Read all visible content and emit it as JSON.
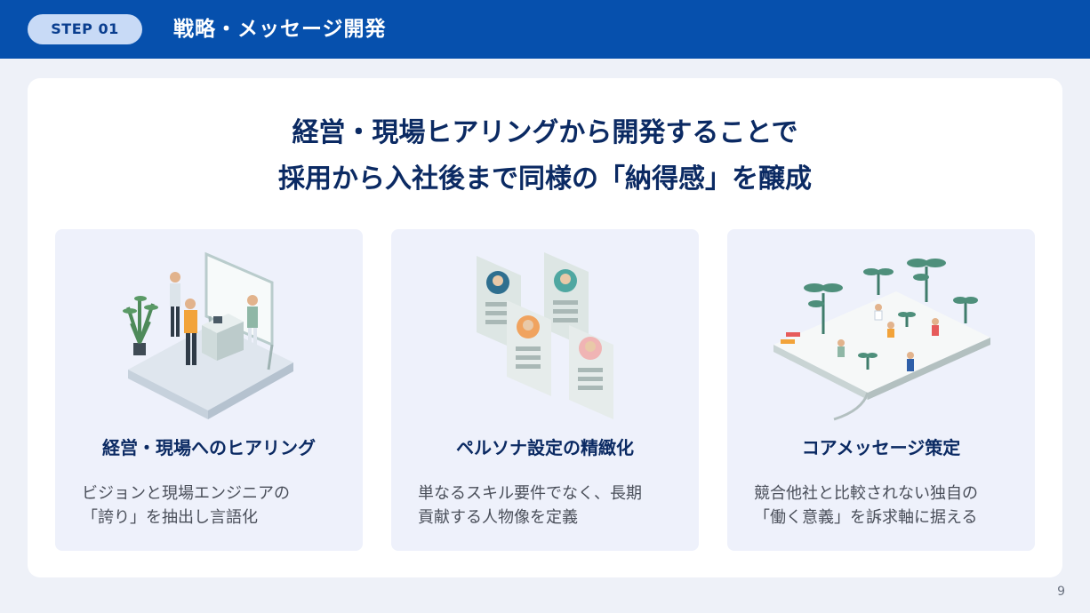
{
  "header": {
    "step_label": "STEP 01",
    "title": "戦略・メッセージ開発"
  },
  "headline": {
    "line1": "経営・現場ヒアリングから開発することで",
    "line2": "採用から入社後まで同様の「納得感」を醸成"
  },
  "features": [
    {
      "title": "経営・現場へのヒアリング",
      "desc_line1": "ビジョンと現場エンジニアの",
      "desc_line2": "「誇り」を抽出し言語化",
      "illustration": "meeting-illustration"
    },
    {
      "title": "ペルソナ設定の精緻化",
      "desc_line1": "単なるスキル要件でなく、長期",
      "desc_line2": "貢献する人物像を定義",
      "illustration": "persona-cards-illustration"
    },
    {
      "title": "コアメッセージ策定",
      "desc_line1": "競合他社と比較されない独自の",
      "desc_line2": "「働く意義」を訴求軸に据える",
      "illustration": "open-book-sprouts-illustration"
    }
  ],
  "page_number": "9",
  "colors": {
    "header_bg": "#0650ad",
    "pill_bg": "#c8daf6",
    "navy_text": "#0b2a63",
    "page_bg": "#eef1f8",
    "card_bg": "#eef1fb"
  }
}
